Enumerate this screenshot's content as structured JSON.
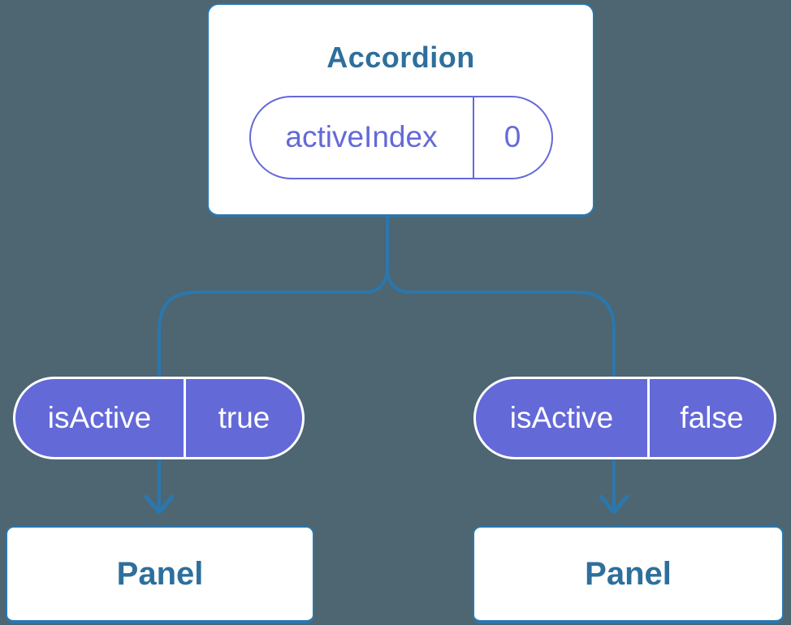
{
  "diagram": {
    "root": {
      "title": "Accordion",
      "prop": {
        "name": "activeIndex",
        "value": "0"
      }
    },
    "children": [
      {
        "prop": {
          "name": "isActive",
          "value": "true"
        },
        "panel_label": "Panel"
      },
      {
        "prop": {
          "name": "isActive",
          "value": "false"
        },
        "panel_label": "Panel"
      }
    ]
  },
  "colors": {
    "background": "#4D6671",
    "connector_blue": "#2B77AE",
    "heading_text_blue": "#2E6F9C",
    "prop_purple": "#6469D8",
    "surface_white": "#FFFFFF"
  }
}
